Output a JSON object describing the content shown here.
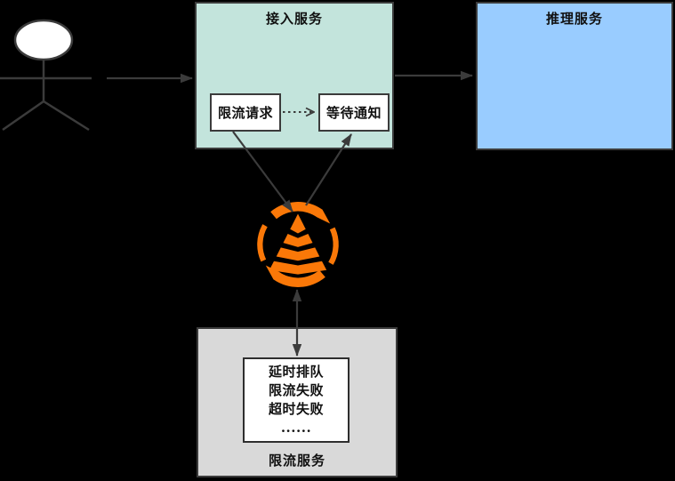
{
  "colors": {
    "bg": "#000000",
    "stroke": "#3b3b3b",
    "text": "#111111",
    "access-fill": "#c3e4dc",
    "inference-fill": "#99ccff",
    "limiter-fill": "#d9d9d9",
    "card-fill": "#ffffff",
    "orange": "#fa7808"
  },
  "icons": {
    "actor": "stick-figure-actor",
    "center": "mq-pyramid-sync-icon"
  },
  "nodes": {
    "access": {
      "title": "接入服务"
    },
    "inference": {
      "title": "推理服务"
    },
    "limiter": {
      "title": "限流服务"
    },
    "request": {
      "label": "限流请求"
    },
    "wait": {
      "label": "等待通知"
    },
    "detail": {
      "lines": [
        "延时排队",
        "限流失败",
        "超时失败",
        "......"
      ]
    }
  },
  "edges": [
    {
      "from": "actor",
      "to": "access-service",
      "style": "solid-arrow"
    },
    {
      "from": "access-service",
      "to": "inference-service",
      "style": "solid-arrow"
    },
    {
      "from": "request",
      "to": "wait",
      "style": "dotted-arrow"
    },
    {
      "from": "request",
      "to": "mq-icon",
      "style": "solid-arrow"
    },
    {
      "from": "mq-icon",
      "to": "wait",
      "style": "solid-arrow"
    },
    {
      "from": "mq-icon",
      "to": "detail-card",
      "style": "double-headed-arrow"
    }
  ]
}
